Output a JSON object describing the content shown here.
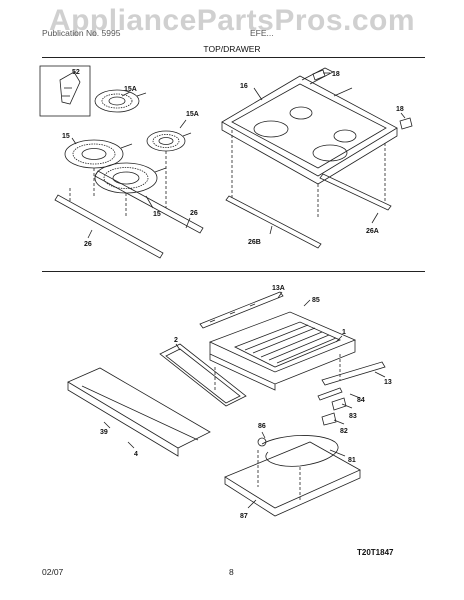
{
  "watermark": "AppliancePartsPros.com",
  "header": {
    "left_text": "Publication No. 5995",
    "right_text": "EFE...",
    "section_title": "TOP/DRAWER"
  },
  "top_labels": {
    "l52": "52",
    "l15A_left": "15A",
    "l15A_right": "15A",
    "l15_left": "15",
    "l15_mid": "15",
    "l26_right": "26",
    "l26_left": "26",
    "l16": "16",
    "l18_top": "18",
    "l18_right": "18",
    "l26B": "26B",
    "l26A": "26A"
  },
  "bottom_labels": {
    "l13A": "13A",
    "l85": "85",
    "l1": "1",
    "l2": "2",
    "l13": "13",
    "l84": "84",
    "l83": "83",
    "l82": "82",
    "l86": "86",
    "l81": "81",
    "l39": "39",
    "l4": "4",
    "l87": "87"
  },
  "figure_code": "T20T1847",
  "footer": {
    "date": "02/07",
    "page": "8"
  }
}
